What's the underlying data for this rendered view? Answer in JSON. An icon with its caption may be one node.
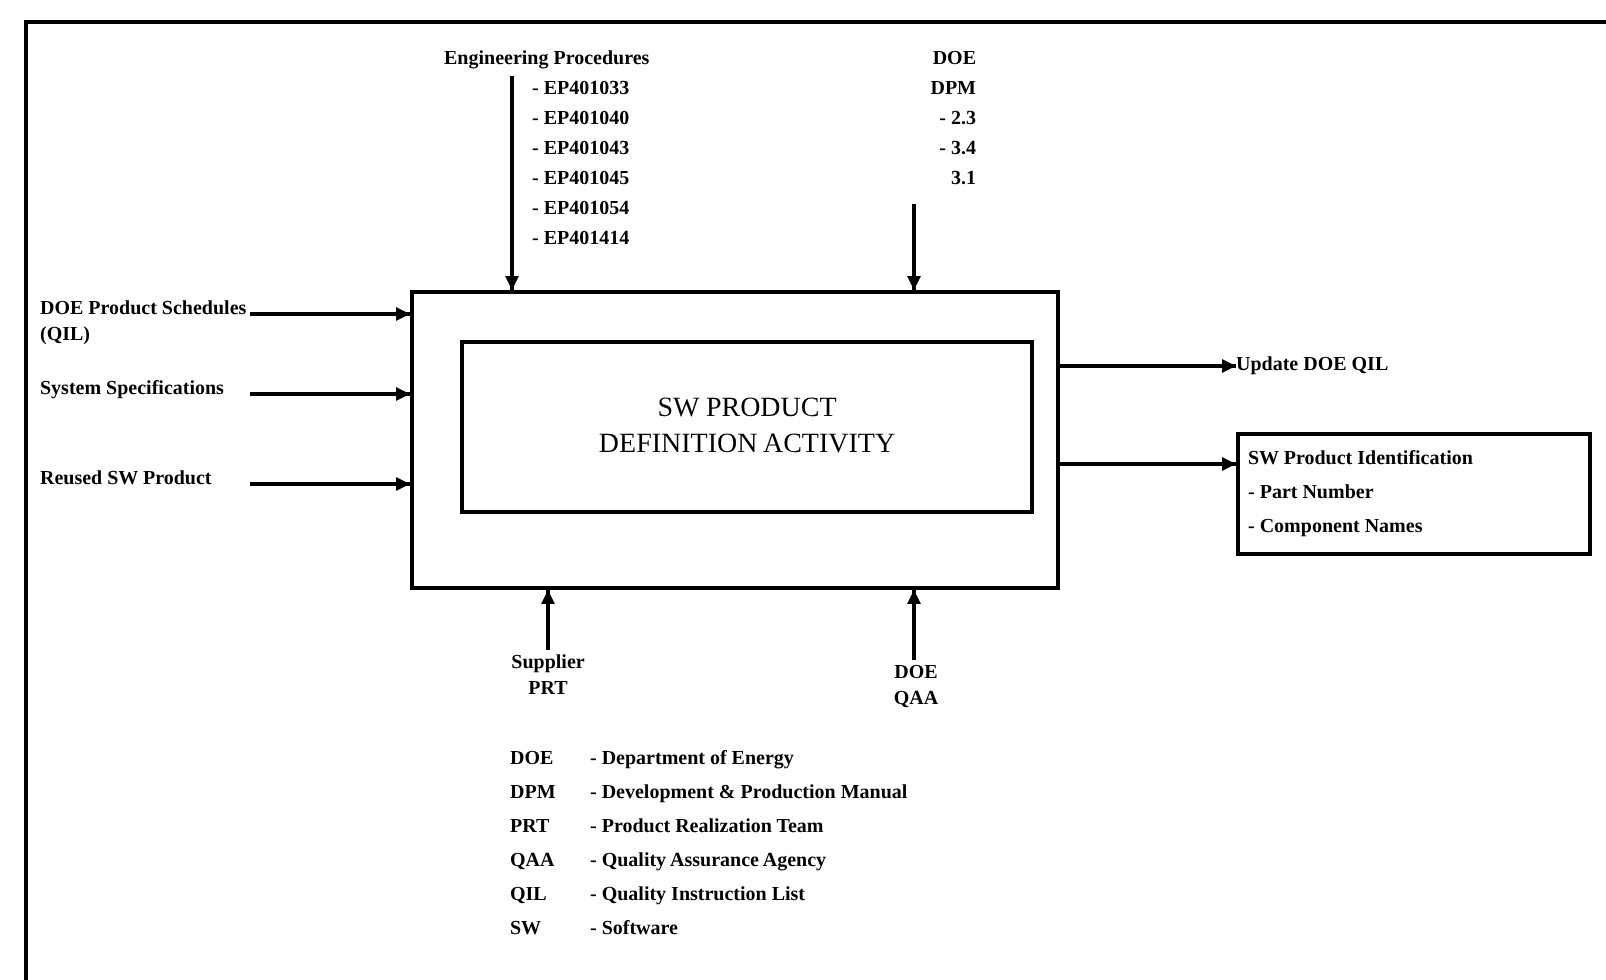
{
  "diagram": {
    "nodes": [
      {
        "text": [],
        "shape": "box"
      },
      {
        "text": [
          "SW PRODUCT DEFINITION ACTIVITY"
        ],
        "in": 0
      },
      {
        "text": [
          "Engineering Procedures",
          "- EP401033",
          "- EP401040",
          "- EP401043",
          "- EP401045",
          "- EP401054",
          "- EP401414"
        ]
      },
      {
        "text": [
          "DOE",
          "DPM",
          "- 2.3",
          "- 3.4",
          "3.1"
        ]
      },
      {
        "text": [
          "DOE Product Schedules (QIL)"
        ]
      },
      {
        "text": [
          "System Specifications"
        ]
      },
      {
        "text": [
          "Reused SW Product"
        ]
      },
      {
        "text": [
          "Update DOE QIL"
        ]
      },
      {
        "text": [
          "SW Product Identification",
          "- Part Number",
          "- Component Names"
        ]
      },
      {
        "text": [
          "Supplier PRT"
        ]
      },
      {
        "text": [
          "DOE QAA"
        ]
      }
    ],
    "edges": [
      {
        "from": 2,
        "to": 0,
        "arrow": "to"
      },
      {
        "from": 3,
        "to": 0,
        "arrow": "to"
      },
      {
        "from": 4,
        "to": 0,
        "arrow": "to"
      },
      {
        "from": 5,
        "to": 0,
        "arrow": "to"
      },
      {
        "from": 6,
        "to": 0,
        "arrow": "to"
      },
      {
        "from": 0,
        "to": 7,
        "arrow": "to"
      },
      {
        "from": 0,
        "to": 8,
        "arrow": "to"
      },
      {
        "from": 9,
        "to": 0,
        "arrow": "to"
      },
      {
        "from": 10,
        "to": 0,
        "arrow": "to"
      }
    ],
    "labels": [
      "DOE",
      "- Department of Energy",
      "DPM",
      "- Development & Production Manual",
      "PRT",
      "- Product Realization Team",
      "QAA",
      "- Quality Assurance Agency",
      "QIL",
      "- Quality Instruction List",
      "SW",
      "- Software"
    ]
  }
}
